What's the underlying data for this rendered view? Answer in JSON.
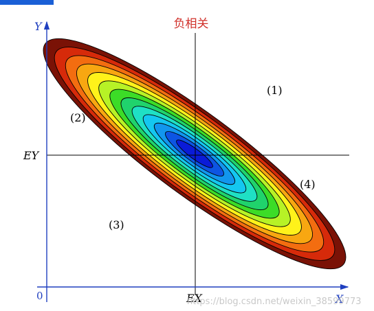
{
  "title": "负相关",
  "axes": {
    "y_label": "Y",
    "x_label": "X",
    "origin": "0",
    "mean_y_label": "EY",
    "mean_x_label": "EX"
  },
  "regions": {
    "r1": "(1)",
    "r2": "(2)",
    "r3": "(3)",
    "r4": "(4)"
  },
  "watermark": "https://blog.csdn.net/weixin_38599773",
  "colors": {
    "axis": "#1f3fbf",
    "title": "#d0302a",
    "contour_fills": [
      "#7a1206",
      "#d62a0a",
      "#f36d10",
      "#f8a711",
      "#fff21a",
      "#b7f226",
      "#3cdc27",
      "#20d36c",
      "#1fe0c4",
      "#14c7f0",
      "#1296ee",
      "#0d55e3",
      "#0a1bd8"
    ]
  }
}
